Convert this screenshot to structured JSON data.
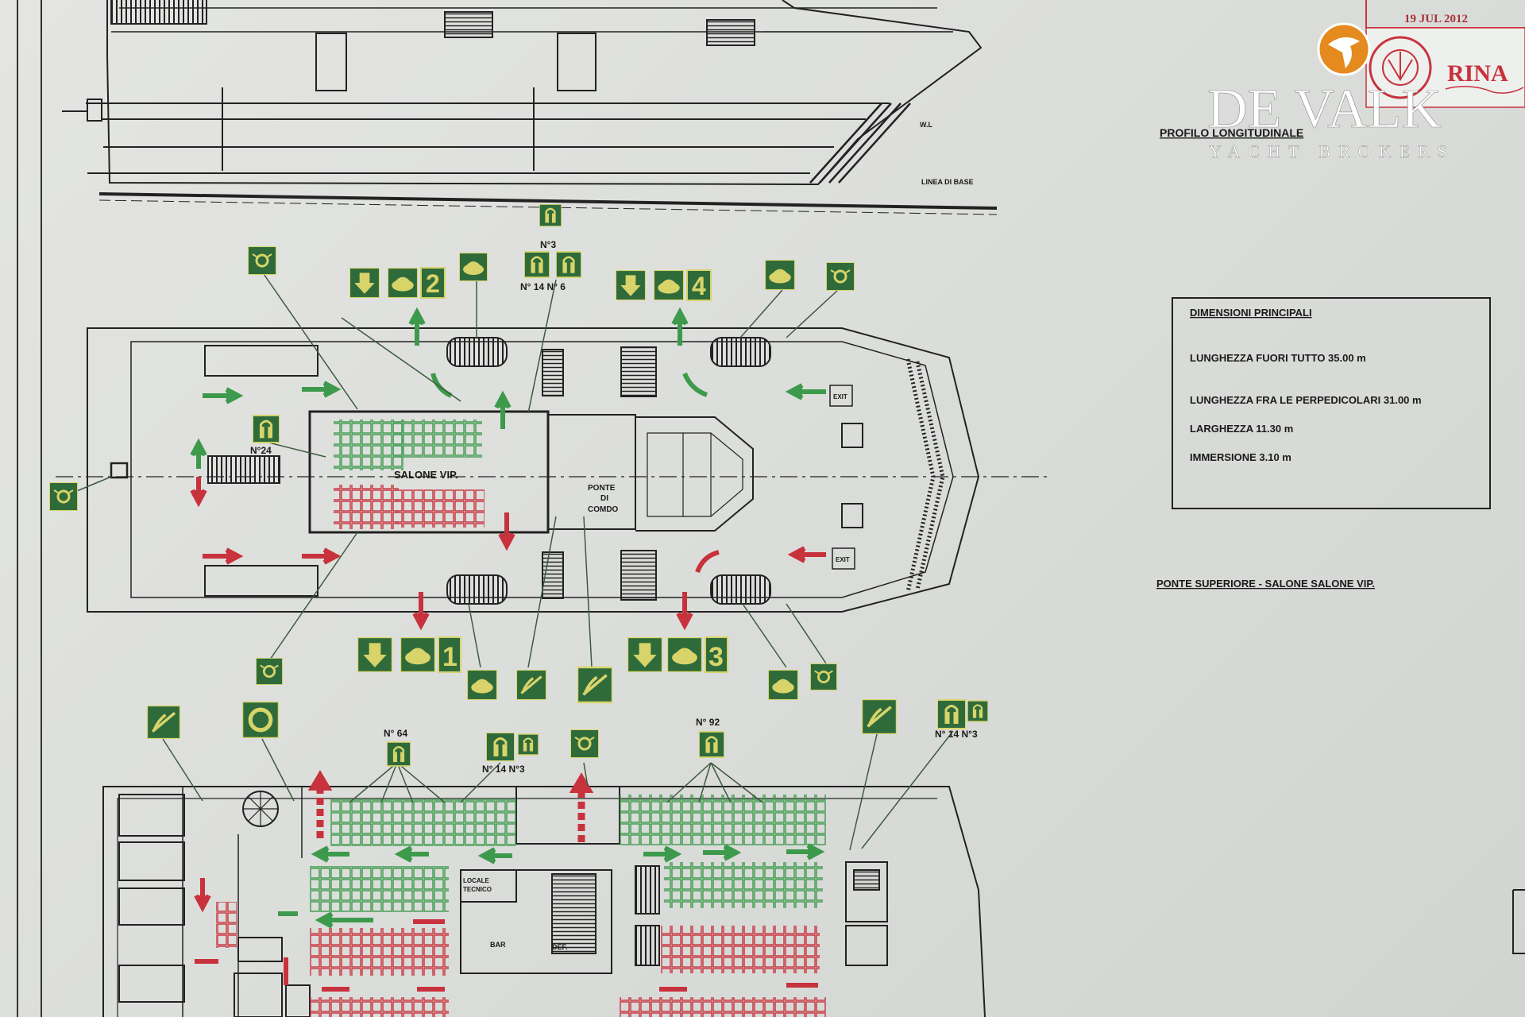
{
  "stamp": {
    "date": "19 JUL 2012",
    "org": "RINA"
  },
  "watermark": {
    "brand": "DE VALK",
    "tagline": "YACHT BROKERS",
    "accent": "#e58a1f"
  },
  "profile": {
    "title": "PROFILO LONGITUDINALE",
    "waterline": "W.L",
    "baseline": "LINEA DI BASE"
  },
  "dimensions": {
    "title": "DIMENSIONI PRINCIPALI",
    "rows": [
      "LUNGHEZZA FUORI TUTTO   35.00  m",
      "LUNGHEZZA FRA  LE  PERPEDICOLARI  31.00  m",
      "LARGHEZZA   11.30 m",
      "IMMERSIONE   3.10 m"
    ]
  },
  "upper_deck": {
    "caption": "PONTE SUPERIORE - SALONE SALONE VIP.",
    "salon": "SALONE VIP.",
    "bridge": [
      "PONTE",
      "DI",
      "COMDO"
    ],
    "exit": "EXIT",
    "counts": {
      "n3": "N°3",
      "n14_n6": "N° 14 N° 6",
      "n24": "N°24"
    },
    "station_numbers": [
      "2",
      "4",
      "1",
      "3"
    ]
  },
  "main_deck": {
    "counts": {
      "n64": "N° 64",
      "n92": "N° 92",
      "n14_n3_a": "N° 14 N°3",
      "n14_n3_b": "N° 14 N°3"
    },
    "rooms": {
      "locale_tecnico": [
        "LOCALE",
        "TECNICO"
      ],
      "bar": "BAR",
      "def": "DEF."
    }
  },
  "colors": {
    "sign_green": "#2f6b3a",
    "sign_yellow": "#d8d46a",
    "arrow_green": "#3d9a4c",
    "arrow_red": "#c8323d",
    "line": "#222222"
  }
}
